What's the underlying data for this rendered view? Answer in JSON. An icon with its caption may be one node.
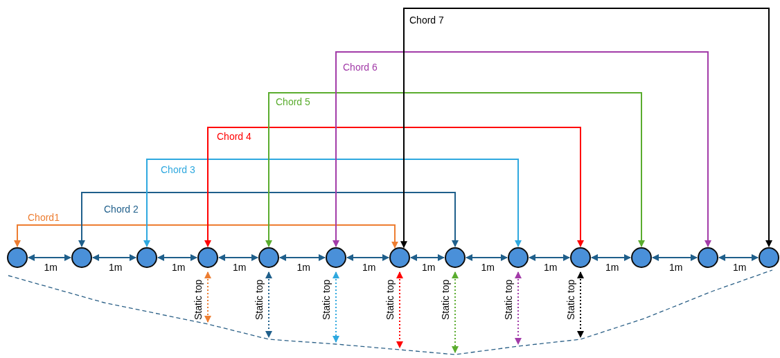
{
  "diagram": {
    "nodes": [
      {
        "text": [],
        "shape": "circle"
      },
      {
        "text": [],
        "shape": "circle"
      },
      {
        "text": [],
        "shape": "circle"
      },
      {
        "text": [],
        "shape": "circle"
      },
      {
        "text": [],
        "shape": "circle"
      },
      {
        "text": [],
        "shape": "circle"
      },
      {
        "text": [],
        "shape": "circle"
      },
      {
        "text": [],
        "shape": "circle"
      },
      {
        "text": [],
        "shape": "circle"
      },
      {
        "text": [],
        "shape": "circle"
      },
      {
        "text": [],
        "shape": "circle"
      },
      {
        "text": [],
        "shape": "circle"
      },
      {
        "text": [],
        "shape": "circle"
      },
      {
        "text": [],
        "shape": "line"
      }
    ],
    "edges": [
      {
        "from": 0,
        "to": 1,
        "arrow": "both",
        "label": "1m"
      },
      {
        "from": 1,
        "to": 2,
        "arrow": "both",
        "label": "1m"
      },
      {
        "from": 2,
        "to": 3,
        "arrow": "both",
        "label": "1m"
      },
      {
        "from": 3,
        "to": 4,
        "arrow": "both",
        "label": "1m"
      },
      {
        "from": 4,
        "to": 5,
        "arrow": "both",
        "label": "1m"
      },
      {
        "from": 5,
        "to": 6,
        "arrow": "both",
        "label": "1m"
      },
      {
        "from": 6,
        "to": 7,
        "arrow": "both",
        "label": "1m"
      },
      {
        "from": 7,
        "to": 8,
        "arrow": "both",
        "label": "1m"
      },
      {
        "from": 8,
        "to": 9,
        "arrow": "both",
        "label": "1m"
      },
      {
        "from": 9,
        "to": 10,
        "arrow": "both",
        "label": "1m"
      },
      {
        "from": 10,
        "to": 11,
        "arrow": "both",
        "label": "1m"
      },
      {
        "from": 11,
        "to": 12,
        "arrow": "both",
        "label": "1m"
      },
      {
        "from": 0,
        "to": 6,
        "arrow": "both",
        "label": "Chord1",
        "color": "#ed7d31"
      },
      {
        "from": 1,
        "to": 7,
        "arrow": "both",
        "label": "Chord 2",
        "color": "#1f5f8b"
      },
      {
        "from": 2,
        "to": 8,
        "arrow": "both",
        "label": "Chord 3",
        "color": "#2ea8df"
      },
      {
        "from": 3,
        "to": 9,
        "arrow": "both",
        "label": "Chord 4",
        "color": "#ff0000"
      },
      {
        "from": 4,
        "to": 10,
        "arrow": "both",
        "label": "Chord 5",
        "color": "#5aac2e"
      },
      {
        "from": 5,
        "to": 11,
        "arrow": "both",
        "label": "Chord 6",
        "color": "#a23ba8"
      },
      {
        "from": 6,
        "to": 12,
        "arrow": "both",
        "label": "Chord 7",
        "color": "#000000"
      },
      {
        "from": 3,
        "to": 13,
        "arrow": "both",
        "label": "Static top",
        "style": "dashed",
        "color": "#ed7d31"
      },
      {
        "from": 4,
        "to": 13,
        "arrow": "both",
        "label": "Static top",
        "style": "dashed",
        "color": "#1f5f8b"
      },
      {
        "from": 5,
        "to": 13,
        "arrow": "both",
        "label": "Static top",
        "style": "dashed",
        "color": "#2ea8df"
      },
      {
        "from": 6,
        "to": 13,
        "arrow": "both",
        "label": "Static top",
        "style": "dashed",
        "color": "#ff0000"
      },
      {
        "from": 7,
        "to": 13,
        "arrow": "both",
        "label": "Static top",
        "style": "dashed",
        "color": "#5aac2e"
      },
      {
        "from": 8,
        "to": 13,
        "arrow": "both",
        "label": "Static top",
        "style": "dashed",
        "color": "#a23ba8"
      },
      {
        "from": 9,
        "to": 13,
        "arrow": "both",
        "label": "Static top",
        "style": "dashed",
        "color": "#000000"
      }
    ]
  }
}
